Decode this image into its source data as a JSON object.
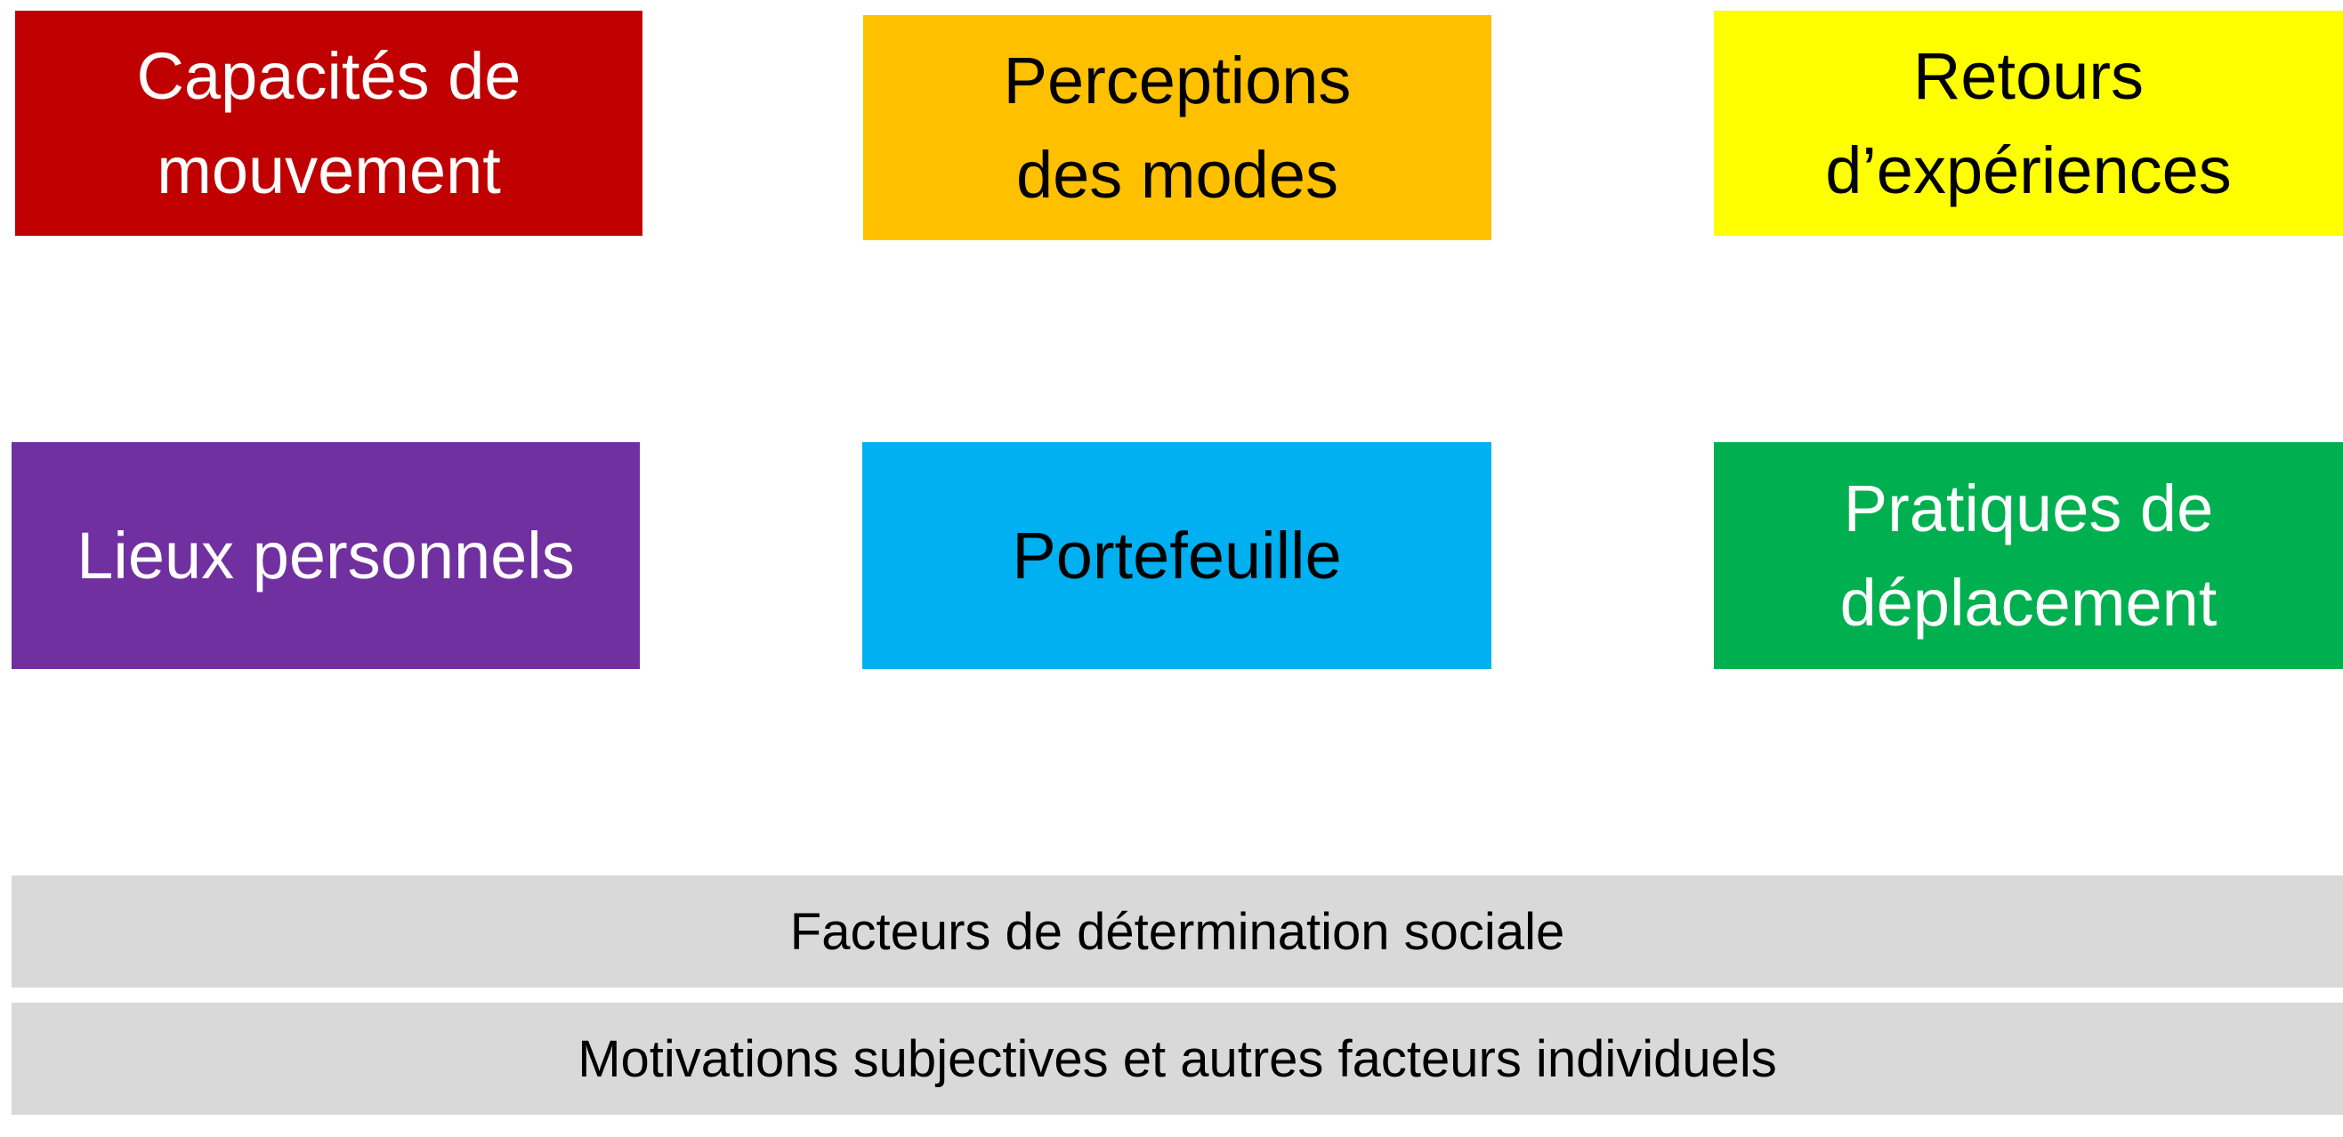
{
  "boxes": [
    {
      "label": "Capacités de mouvement",
      "color": "#c00000",
      "text_color": "#ffffff"
    },
    {
      "label": "Perceptions des modes",
      "color": "#ffc000",
      "text_color": "#000000"
    },
    {
      "label": "Retours d’expériences",
      "color": "#ffff00",
      "text_color": "#000000"
    },
    {
      "label": "Lieux personnels",
      "color": "#7030a0",
      "text_color": "#ffffff"
    },
    {
      "label": "Portefeuille",
      "color": "#00b0f0",
      "text_color": "#000000"
    },
    {
      "label": "Pratiques de déplacement",
      "color": "#00b050",
      "text_color": "#ffffff"
    }
  ],
  "bars": [
    {
      "label": "Facteurs de détermination sociale"
    },
    {
      "label": "Motivations subjectives et autres facteurs individuels"
    }
  ]
}
